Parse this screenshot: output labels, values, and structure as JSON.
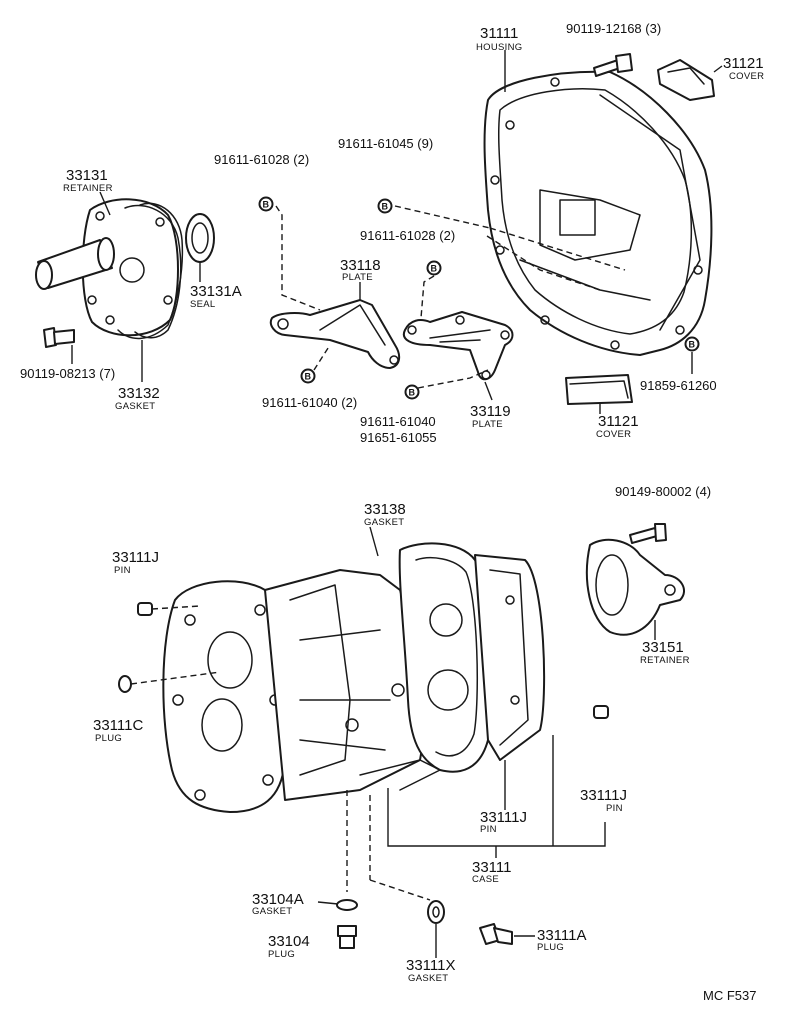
{
  "labels": {
    "housing_num": "31111",
    "housing_name": "HOUSING",
    "bolt_top_code": "90119-12168 (3)",
    "cover_top_num": "31121",
    "cover_top_name": "COVER",
    "bolt_9_code": "91611-61045 (9)",
    "bolt_2a_code": "91611-61028 (2)",
    "bolt_2b_code": "91611-61028 (2)",
    "retainer_num": "33131",
    "retainer_name": "RETAINER",
    "seal_num": "33131A",
    "seal_name": "SEAL",
    "plate1_num": "33118",
    "plate1_name": "PLATE",
    "bolt_7_code": "90119-08213 (7)",
    "gasket1_num": "33132",
    "gasket1_name": "GASKET",
    "bolt_40_code": "91611-61040 (2)",
    "bolt_40b_code": "91611-61040",
    "bolt_55_code": "91651-61055",
    "plate2_num": "33119",
    "plate2_name": "PLATE",
    "cover_low_num": "31121",
    "cover_low_name": "COVER",
    "bolt_260_code": "91859-61260",
    "gasket2_num": "33138",
    "gasket2_name": "GASKET",
    "bolt_4_code": "90149-80002 (4)",
    "pin1_num": "33111J",
    "pin1_name": "PIN",
    "retainer2_num": "33151",
    "retainer2_name": "RETAINER",
    "plug1_num": "33111C",
    "plug1_name": "PLUG",
    "pin2_num": "33111J",
    "pin2_name": "PIN",
    "pin3_num": "33111J",
    "pin3_name": "PIN",
    "case_num": "33111",
    "case_name": "CASE",
    "gasket3_num": "33104A",
    "gasket3_name": "GASKET",
    "plug2_num": "33104",
    "plug2_name": "PLUG",
    "gasket4_num": "33111X",
    "gasket4_name": "GASKET",
    "plug3_num": "33111A",
    "plug3_name": "PLUG",
    "ref": "MC F537",
    "bolt_marker": "B"
  },
  "colors": {
    "ink": "#1a1a1a",
    "paper": "#ffffff"
  }
}
